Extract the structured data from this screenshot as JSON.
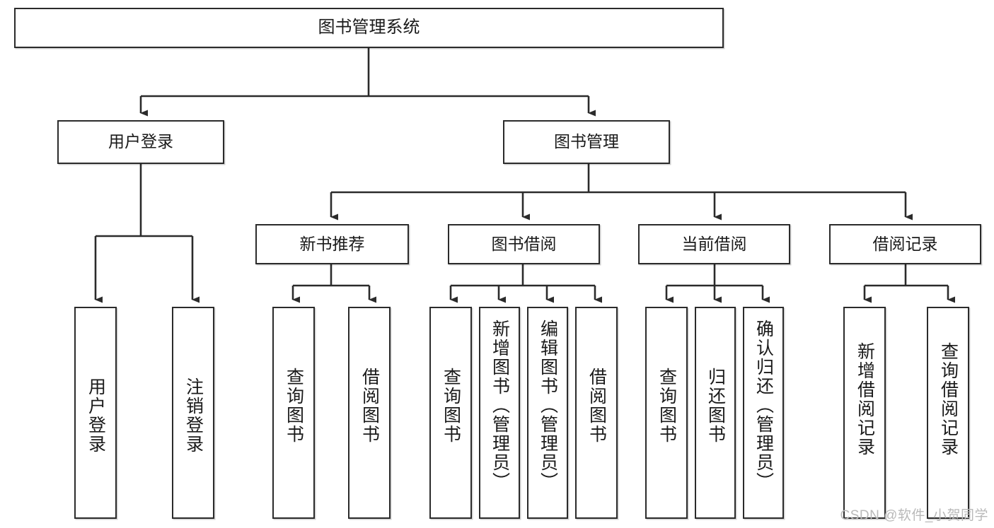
{
  "diagram": {
    "title_text": "图书管理系统",
    "type": "tree-hierarchy",
    "root": {
      "label": "图书管理系统"
    },
    "level2": [
      {
        "label": "用户登录"
      },
      {
        "label": "图书管理"
      }
    ],
    "level3": [
      {
        "label": "新书推荐"
      },
      {
        "label": "图书借阅"
      },
      {
        "label": "当前借阅"
      },
      {
        "label": "借阅记录"
      }
    ],
    "leaves": {
      "user_login": [
        {
          "label": "用户登录"
        },
        {
          "label": "注销登录"
        }
      ],
      "new_book_recommend": [
        {
          "label": "查询图书"
        },
        {
          "label": "借阅图书"
        }
      ],
      "book_borrow": [
        {
          "label": "查询图书"
        },
        {
          "label": "新增图书（管理员）"
        },
        {
          "label": "编辑图书（管理员）"
        },
        {
          "label": "借阅图书"
        }
      ],
      "current_borrow": [
        {
          "label": "查询图书"
        },
        {
          "label": "归还图书"
        },
        {
          "label": "确认归还（管理员）"
        }
      ],
      "borrow_record": [
        {
          "label": "新增借阅记录"
        },
        {
          "label": "查询借阅记录"
        }
      ]
    }
  },
  "watermark": {
    "text": "CSDN @软件_小贺同学"
  },
  "colors": {
    "border": "#2b2b2b",
    "background": "#ffffff",
    "text": "#1a1a1a",
    "watermark": "#b9b9b9"
  }
}
